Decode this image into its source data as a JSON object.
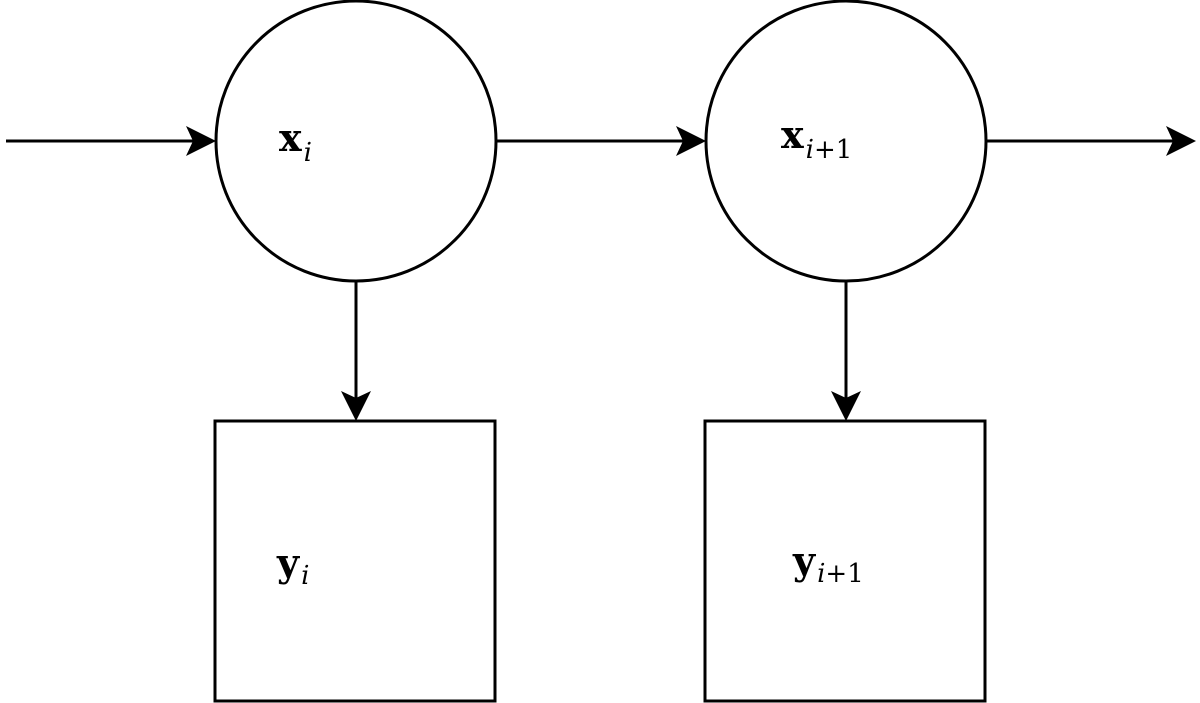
{
  "nodes": {
    "x_i": {
      "base": "x",
      "sub_var": "i",
      "sub_rest": ""
    },
    "x_i1": {
      "base": "x",
      "sub_var": "i",
      "sub_rest": "+1"
    },
    "y_i": {
      "base": "y",
      "sub_var": "i",
      "sub_rest": ""
    },
    "y_i1": {
      "base": "y",
      "sub_var": "i",
      "sub_rest": "+1"
    }
  },
  "colors": {
    "stroke": "#000000",
    "fill": "#ffffff"
  }
}
